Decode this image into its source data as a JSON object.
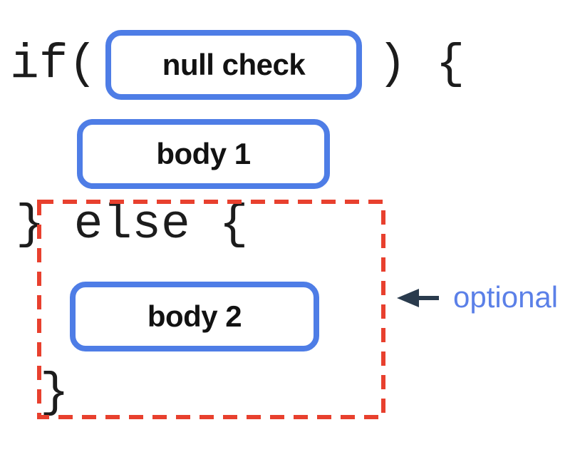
{
  "diagram": {
    "code": {
      "if_open": "if(",
      "if_close": ") {",
      "else_line": "} else {",
      "closing_brace": "}"
    },
    "boxes": [
      {
        "label": "null check"
      },
      {
        "label": "body 1"
      },
      {
        "label": "body 2"
      }
    ],
    "annotation": {
      "label": "optional"
    },
    "colors": {
      "box_border_blue": "#4e7de6",
      "dashed_outline_red": "#e8402e",
      "annotation_blue": "#5b80e8",
      "arrow_dark": "#2a3b4d",
      "code_text": "#1c1c1c",
      "label_text": "#121212",
      "background": "#ffffff"
    }
  }
}
